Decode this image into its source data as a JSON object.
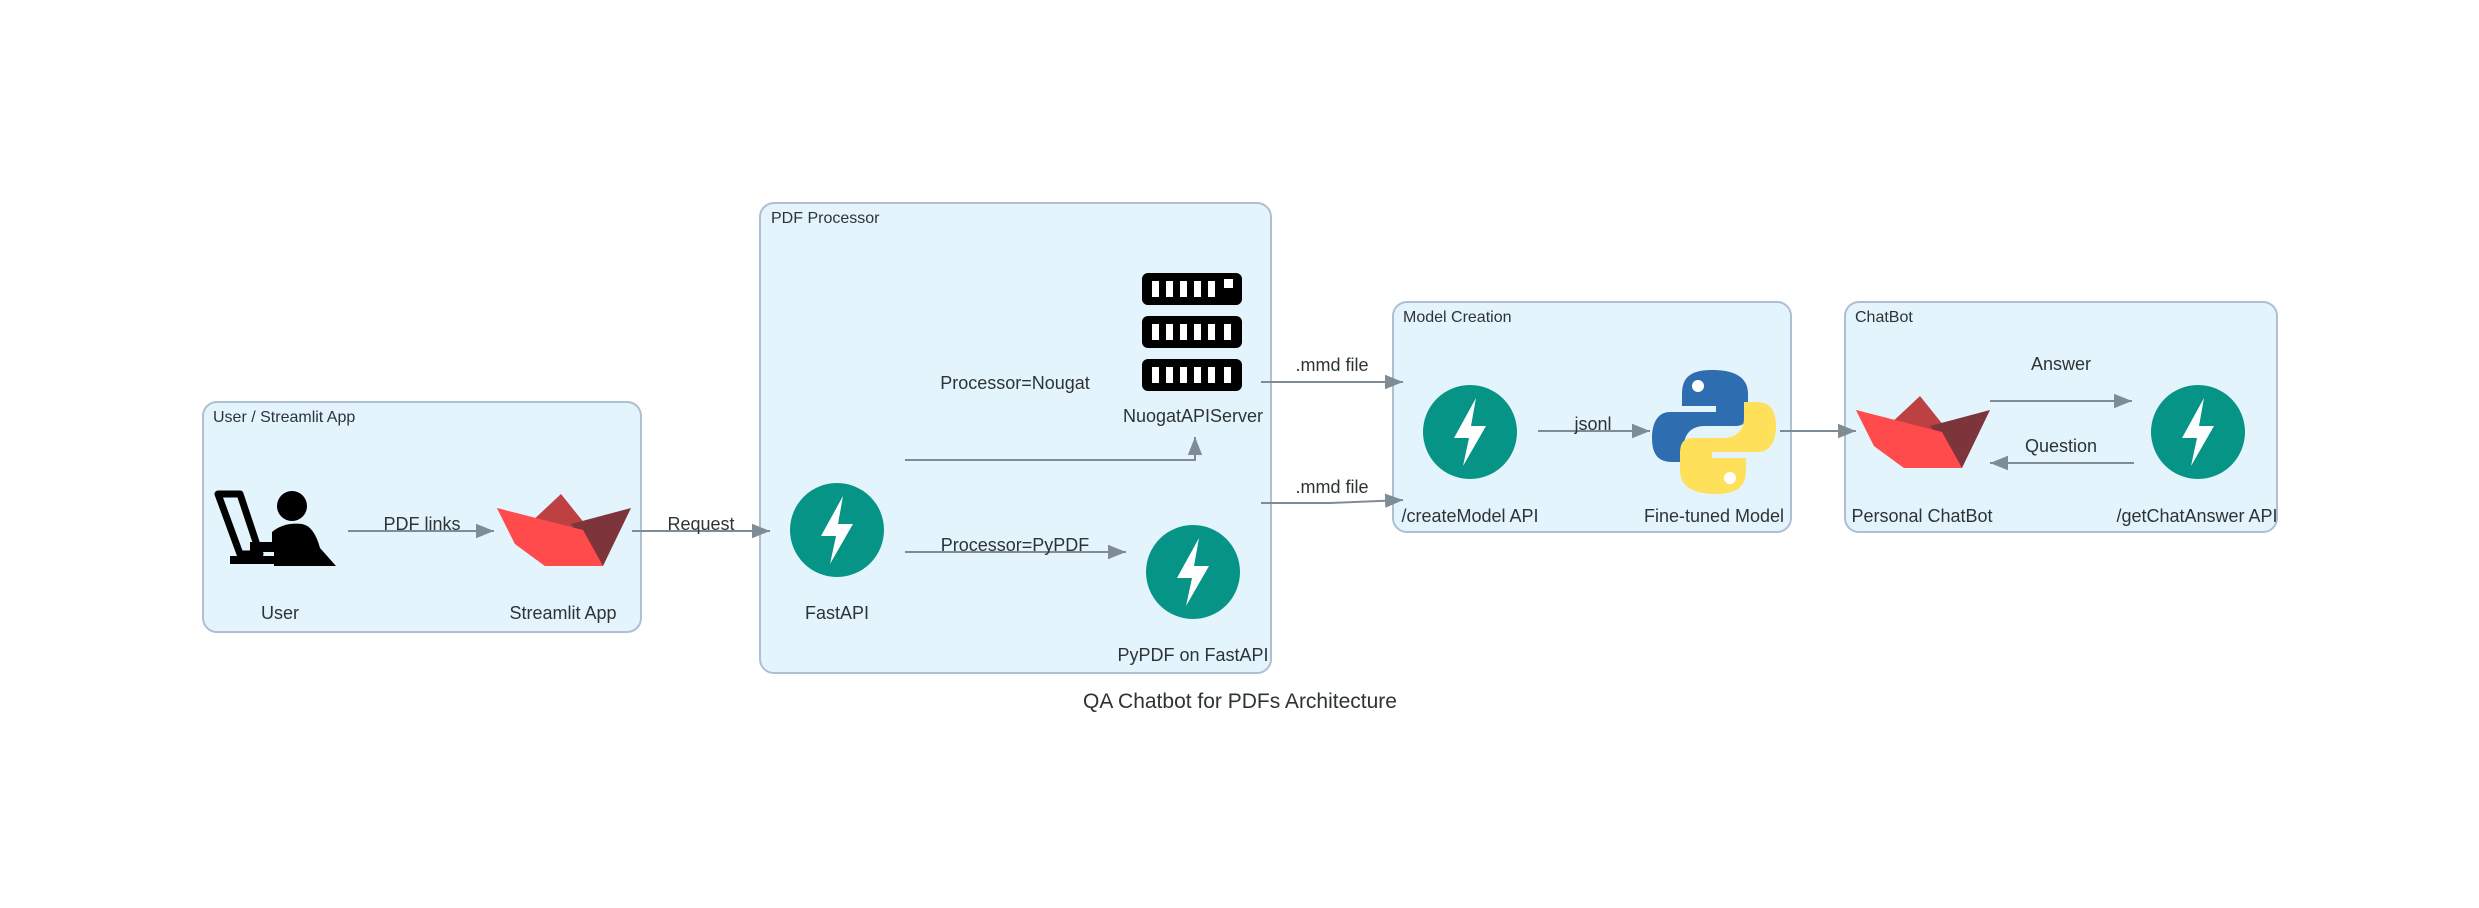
{
  "title": "QA Chatbot for PDFs Architecture",
  "colors": {
    "cluster_fill": "#e3f4fc",
    "cluster_border": "#aebfd2",
    "edge": "#7f8c96",
    "fastapi": "#059486",
    "streamlit_red": "#ff4b4b",
    "python_blue": "#2f6db1",
    "python_yellow": "#ffe05a"
  },
  "clusters": {
    "user_app": {
      "label": "User / Streamlit App"
    },
    "pdf_processor": {
      "label": "PDF Processor"
    },
    "model_creation": {
      "label": "Model Creation"
    },
    "chatbot": {
      "label": "ChatBot"
    }
  },
  "nodes": {
    "user": {
      "label": "User",
      "icon": "user-laptop-icon"
    },
    "streamlit_app": {
      "label": "Streamlit App",
      "icon": "streamlit-icon"
    },
    "fastapi": {
      "label": "FastAPI",
      "icon": "fastapi-icon"
    },
    "nougat_server": {
      "label": "NuogatAPIServer",
      "icon": "server-icon"
    },
    "pypdf": {
      "label": "PyPDF on FastAPI",
      "icon": "fastapi-icon"
    },
    "create_model": {
      "label": "/createModel API",
      "icon": "fastapi-icon"
    },
    "finetuned_model": {
      "label": "Fine-tuned Model",
      "icon": "python-icon"
    },
    "personal_chatbot": {
      "label": "Personal ChatBot",
      "icon": "streamlit-icon"
    },
    "get_chat_answer": {
      "label": "/getChatAnswer API",
      "icon": "fastapi-icon"
    }
  },
  "edges": {
    "pdf_links": "PDF links",
    "request": "Request",
    "processor_nougat": "Processor=Nougat",
    "processor_pypdf": "Processor=PyPDF",
    "mmd_file_1": ".mmd file",
    "mmd_file_2": ".mmd file",
    "jsonl": "jsonl",
    "answer": "Answer",
    "question": "Question"
  }
}
